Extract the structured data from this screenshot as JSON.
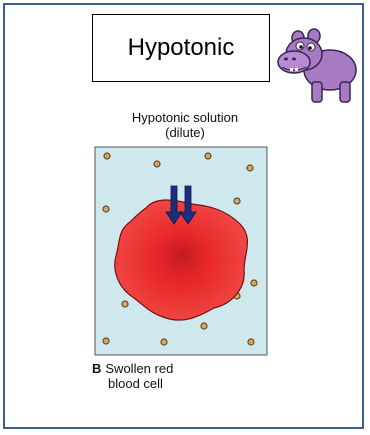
{
  "title_box": {
    "label": "Hypotonic"
  },
  "mascot": {
    "icon": "hippo-icon",
    "body_color": "#a77ac4"
  },
  "diagram": {
    "heading_line1": "Hypotonic solution",
    "heading_line2": "(dilute)",
    "solution_color": "#cfe8ee",
    "cell_color": "#e8262a",
    "arrow_color": "#1b2f7e",
    "caption_letter": "B",
    "caption_line1": "Swollen red",
    "caption_line2": "blood cell"
  }
}
